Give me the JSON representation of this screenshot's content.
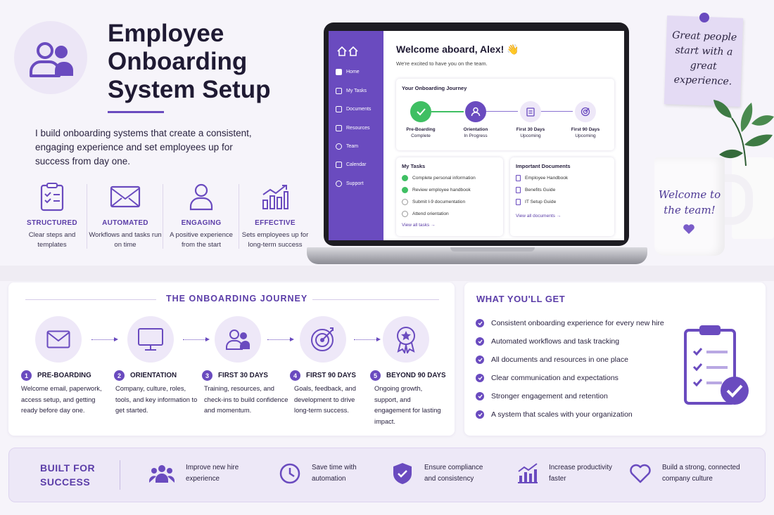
{
  "header": {
    "title_lines": [
      "Employee",
      "Onboarding",
      "System Setup"
    ],
    "intro": "I build onboarding systems that create a consistent, engaging experience and set employees up for success from day one."
  },
  "features": [
    {
      "icon": "clipboard-checklist-icon",
      "title": "STRUCTURED",
      "desc": "Clear steps and templates"
    },
    {
      "icon": "envelope-icon",
      "title": "AUTOMATED",
      "desc": "Workflows and tasks run on time"
    },
    {
      "icon": "person-icon",
      "title": "ENGAGING",
      "desc": "A positive experience from the start"
    },
    {
      "icon": "growth-chart-icon",
      "title": "EFFECTIVE",
      "desc": "Sets employees up for long-term success"
    }
  ],
  "app": {
    "nav": [
      "Home",
      "My Tasks",
      "Documents",
      "Resources",
      "Team",
      "Calendar",
      "Support"
    ],
    "welcome": "Welcome aboard, Alex! 👋",
    "welcome_sub": "We're excited to have you on the team.",
    "journey_title": "Your Onboarding Journey",
    "journey_steps": [
      {
        "name": "Pre-Boarding",
        "status": "Complete"
      },
      {
        "name": "Orientation",
        "status": "In Progress"
      },
      {
        "name": "First 30 Days",
        "status": "Upcoming"
      },
      {
        "name": "First 90 Days",
        "status": "Upcoming"
      }
    ],
    "tasks_title": "My Tasks",
    "tasks": [
      {
        "label": "Complete personal information",
        "done": true
      },
      {
        "label": "Review employee handbook",
        "done": true
      },
      {
        "label": "Submit I-9 documentation",
        "done": false
      },
      {
        "label": "Attend orientation",
        "done": false
      }
    ],
    "tasks_link": "View all tasks →",
    "docs_title": "Important Documents",
    "docs": [
      "Employee Handbook",
      "Benefits Guide",
      "IT Setup Guide"
    ],
    "docs_link": "View all documents →"
  },
  "note": "Great people start with a great experience.",
  "mug": "Welcome to the team!",
  "journey": {
    "heading": "THE ONBOARDING JOURNEY",
    "steps": [
      {
        "num": "1",
        "icon": "envelope-icon",
        "title": "PRE-BOARDING",
        "desc": "Welcome email, paperwork, access setup, and getting ready before day one."
      },
      {
        "num": "2",
        "icon": "monitor-icon",
        "title": "ORIENTATION",
        "desc": "Company, culture, roles, tools, and key information to get started."
      },
      {
        "num": "3",
        "icon": "people-icon",
        "title": "FIRST 30 DAYS",
        "desc": "Training, resources, and check-ins to build confidence and momentum."
      },
      {
        "num": "4",
        "icon": "target-icon",
        "title": "FIRST 90 DAYS",
        "desc": "Goals, feedback, and development to drive long-term success."
      },
      {
        "num": "5",
        "icon": "award-icon",
        "title": "BEYOND 90 DAYS",
        "desc": "Ongoing growth, support, and engagement for lasting impact."
      }
    ]
  },
  "get": {
    "heading": "WHAT YOU'LL GET",
    "items": [
      "Consistent onboarding experience for every new hire",
      "Automated workflows and task tracking",
      "All documents and resources in one place",
      "Clear communication and expectations",
      "Stronger engagement and retention",
      "A system that scales with your organization"
    ]
  },
  "built": {
    "heading_lines": [
      "BUILT FOR",
      "SUCCESS"
    ],
    "items": [
      {
        "icon": "team-icon",
        "line1": "Improve new hire",
        "line2": "experience"
      },
      {
        "icon": "clock-icon",
        "line1": "Save time with",
        "line2": "automation"
      },
      {
        "icon": "shield-check-icon",
        "line1": "Ensure compliance",
        "line2": "and consistency"
      },
      {
        "icon": "bar-chart-icon",
        "line1": "Increase productivity",
        "line2": "faster"
      },
      {
        "icon": "heart-icon",
        "line1": "Build a strong, connected",
        "line2": "company culture"
      }
    ]
  },
  "colors": {
    "accent": "#6a4bbf",
    "accent_light": "#eee8f8",
    "text": "#2a2340"
  }
}
